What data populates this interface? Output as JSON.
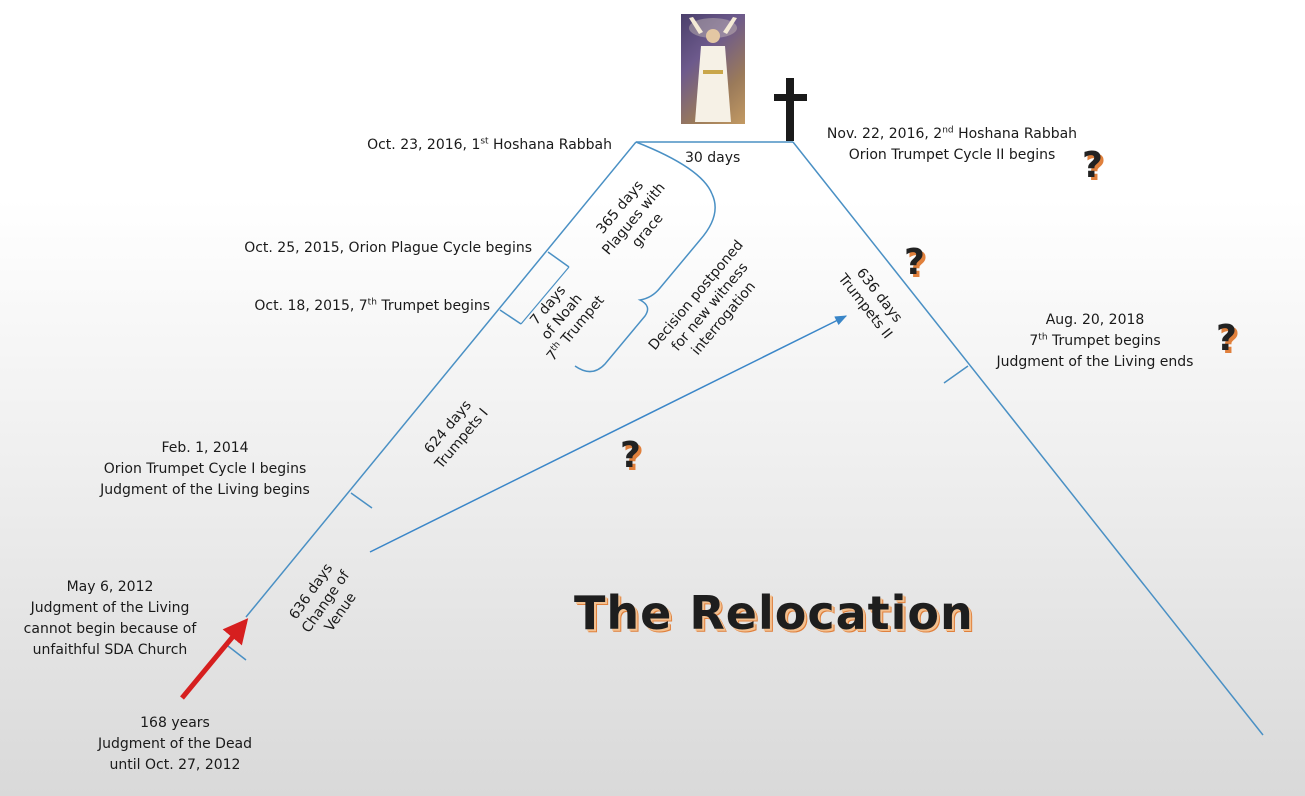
{
  "title": "The Relocation",
  "labels": {
    "oct23_2016": "Oct. 23, 2016, 1st Hoshana Rabbah",
    "nov22_2016_a": "Nov. 22, 2016, 2nd Hoshana Rabbah",
    "nov22_2016_b": "Orion Trumpet Cycle II begins",
    "oct25_2015": "Oct. 25, 2015, Orion Plague Cycle begins",
    "oct18_2015": "Oct. 18, 2015, 7th Trumpet begins",
    "feb1_2014_a": "Feb. 1, 2014",
    "feb1_2014_b": "Orion Trumpet Cycle I begins",
    "feb1_2014_c": "Judgment of the Living begins",
    "may6_2012_a": "May 6, 2012",
    "may6_2012_b": "Judgment of the Living",
    "may6_2012_c": "cannot begin because of",
    "may6_2012_d": "unfaithful SDA Church",
    "years168_a": "168 years",
    "years168_b": "Judgment of the Dead",
    "years168_c": "until Oct. 27, 2012",
    "aug20_2018_a": "Aug. 20, 2018",
    "aug20_2018_b": "7th Trumpet begins",
    "aug20_2018_c": "Judgment of the Living ends",
    "days30": "30 days",
    "days365_a": "365 days",
    "days365_b": "Plagues with",
    "days365_c": "grace",
    "days7_a": "7 days",
    "days7_b": "of Noah",
    "days7_c": "7th Trumpet",
    "decision_a": "Decision postponed",
    "decision_b": "for new witness",
    "decision_c": "interrogation",
    "days636_tr_a": "636 days",
    "days636_tr_b": "Trumpets II",
    "days624_a": "624 days",
    "days624_b": "Trumpets I",
    "days636_cv_a": "636 days",
    "days636_cv_b": "Change of",
    "days636_cv_c": "Venue",
    "question_mark": "?"
  },
  "colors": {
    "line": "#4a90c4",
    "arrow_red": "#d61f1f",
    "cross": "#1a1a1a",
    "title_shadow": "#e0803c"
  }
}
